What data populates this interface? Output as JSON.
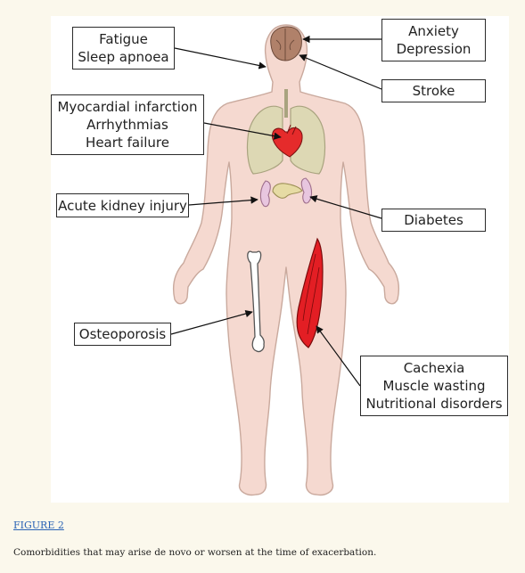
{
  "labels": {
    "fatigue": [
      "Fatigue",
      "Sleep apnoea"
    ],
    "anxiety": [
      "Anxiety",
      "Depression"
    ],
    "stroke": [
      "Stroke"
    ],
    "cardiac": [
      "Myocardial infarction",
      "Arrhythmias",
      "Heart failure"
    ],
    "kidney": [
      "Acute kidney injury"
    ],
    "diabetes": [
      "Diabetes"
    ],
    "osteoporosis": [
      "Osteoporosis"
    ],
    "muscle": [
      "Cachexia",
      "Muscle wasting",
      "Nutritional disorders"
    ]
  },
  "figure_link": "FIGURE 2",
  "caption": "Comorbidities that may arise de novo or worsen at the time of exacerbation.",
  "colors": {
    "skin": "#f5d9d0",
    "skin_outline": "#c9a99d",
    "lungs": "#ddd8b4",
    "brain": "#b0816a",
    "heart": "#e52b2b",
    "kidney": "#e8c6df",
    "pancreas": "#e6dba4",
    "muscle": "#e31e24",
    "bone": "#ffffff",
    "page_bg": "#fbf8ec"
  }
}
